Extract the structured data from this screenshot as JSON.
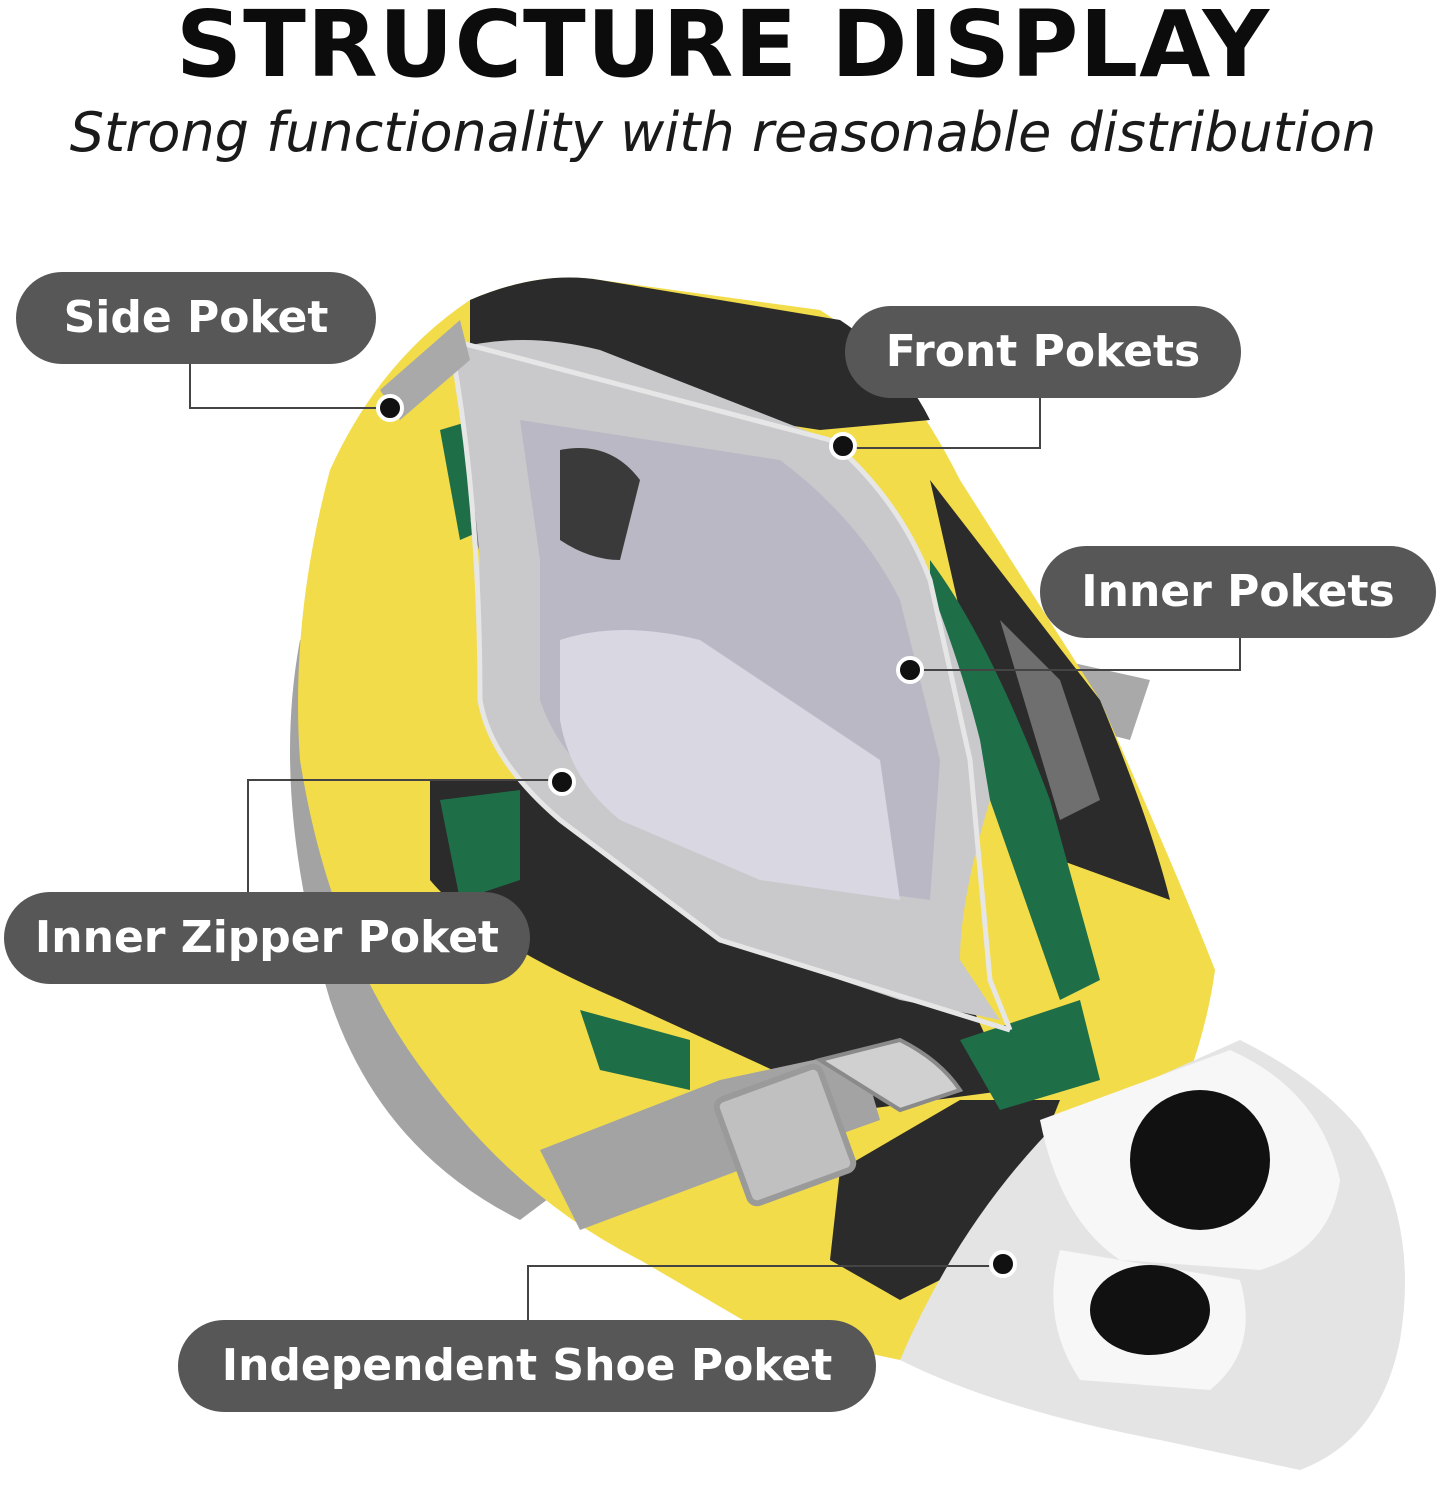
{
  "header": {
    "title": "STRUCTURE DISPLAY",
    "subtitle": "Strong functionality with reasonable distribution"
  },
  "callouts": {
    "side": "Side Poket",
    "front": "Front Pokets",
    "inner": "Inner Pokets",
    "inner_zipper": "Inner Zipper Poket",
    "shoe": "Independent Shoe Poket"
  },
  "colors": {
    "callout_bg": "#575757",
    "bag_yellow": "#f2dc4a",
    "bag_green": "#1e6e48",
    "bag_black": "#2b2b2b",
    "lining_gray": "#c9c9cc",
    "strap_gray": "#a6a6a6"
  }
}
